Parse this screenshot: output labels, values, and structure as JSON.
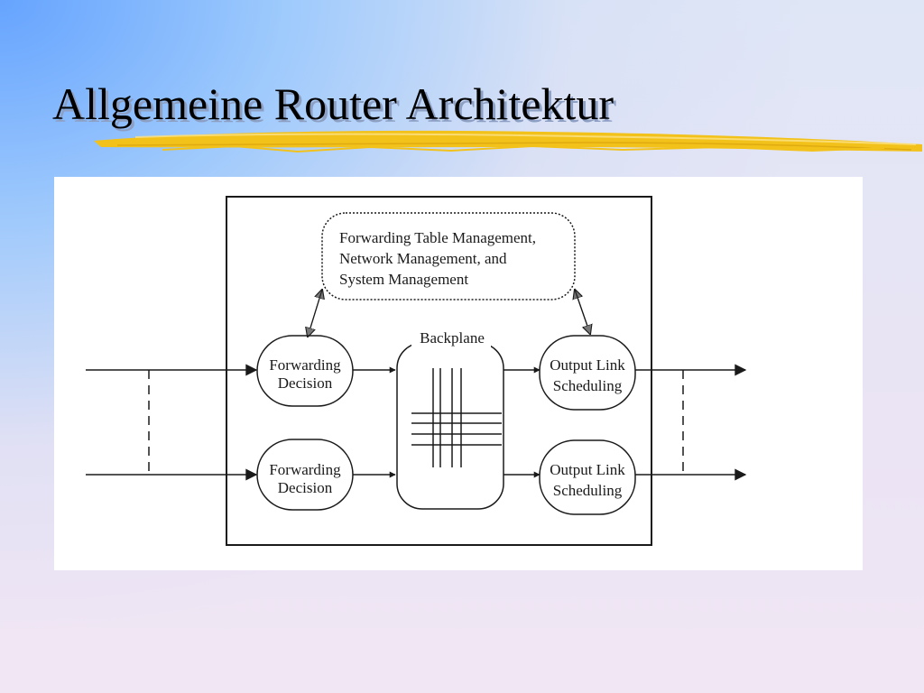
{
  "slide": {
    "title": "Allgemeine Router Architektur"
  },
  "diagram": {
    "management_box": {
      "lines": [
        "Forwarding Table Management,",
        "Network Management, and",
        "System Management"
      ]
    },
    "backplane": {
      "label": "Backplane"
    },
    "forwarding_decisions": [
      {
        "line1": "Forwarding",
        "line2": "Decision"
      },
      {
        "line1": "Forwarding",
        "line2": "Decision"
      }
    ],
    "output_schedulers": [
      {
        "line1": "Output Link",
        "line2": "Scheduling"
      },
      {
        "line1": "Output Link",
        "line2": "Scheduling"
      }
    ]
  },
  "colors": {
    "underline": "#f2c21a",
    "title_shadow": "#8da0c4",
    "ink": "#1a1a1a"
  }
}
